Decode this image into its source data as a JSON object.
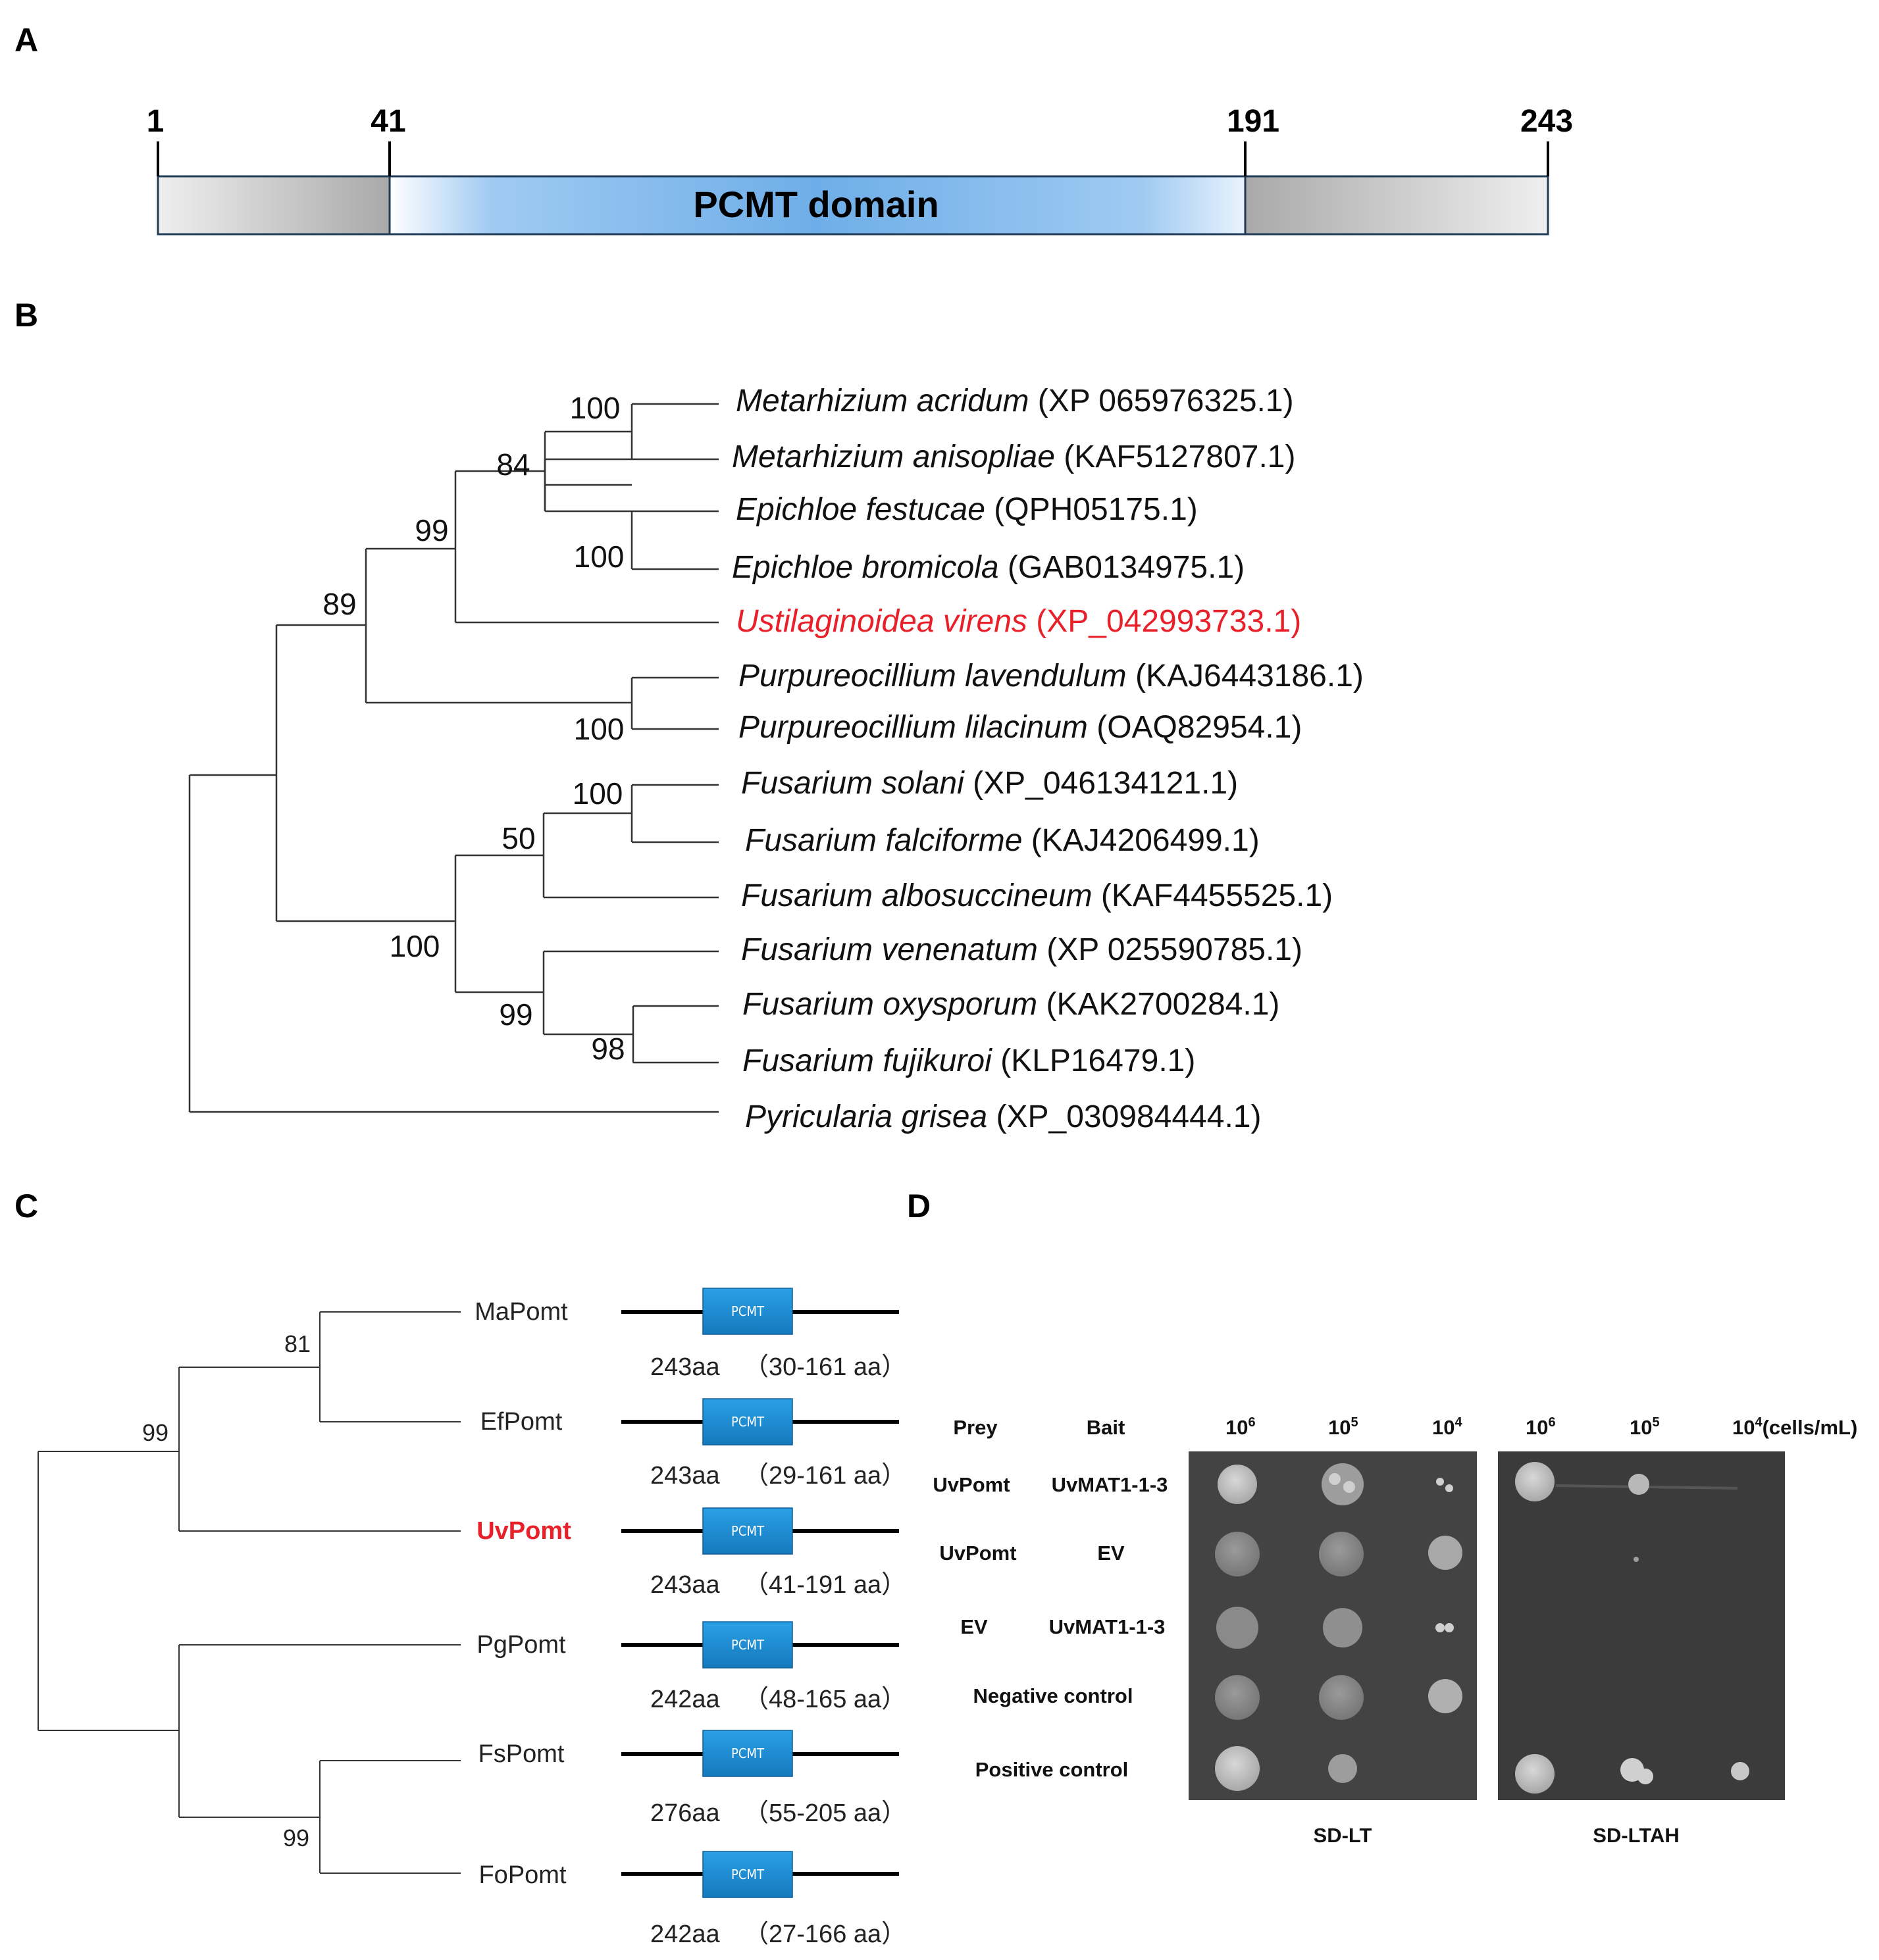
{
  "panel_letters": {
    "a": "A",
    "b": "B",
    "c": "C",
    "d": "D"
  },
  "panel_a": {
    "positions": [
      "1",
      "41",
      "191",
      "243"
    ],
    "domain_label": "PCMT domain",
    "colors": {
      "domain_fill": "#9cc7ef",
      "flank_fill": "#d9d9d9",
      "outline": "#1f3b57"
    }
  },
  "panel_b": {
    "bootstraps": [
      "100",
      "84",
      "99",
      "100",
      "89",
      "100",
      "100",
      "50",
      "100",
      "99",
      "98"
    ],
    "taxa": [
      {
        "genus_species": "Metarhizium acridum",
        "accession": "(XP 065976325.1)"
      },
      {
        "genus_species": "Metarhizium anisopliae",
        "accession": "(KAF5127807.1)"
      },
      {
        "genus_species": "Epichloe festucae",
        "accession": "(QPH05175.1)"
      },
      {
        "genus_species": "Epichloe bromicola",
        "accession": "(GAB0134975.1)"
      },
      {
        "genus_species": "Ustilaginoidea virens",
        "accession": "(XP_042993733.1)",
        "highlight": true
      },
      {
        "genus_species": "Purpureocillium lavendulum",
        "accession": "(KAJ6443186.1)"
      },
      {
        "genus_species": "Purpureocillium lilacinum",
        "accession": "(OAQ82954.1)"
      },
      {
        "genus_species": "Fusarium solani",
        "accession": "(XP_046134121.1)"
      },
      {
        "genus_species": "Fusarium falciforme",
        "accession": "(KAJ4206499.1)"
      },
      {
        "genus_species": "Fusarium albosuccineum",
        "accession": "(KAF4455525.1)"
      },
      {
        "genus_species": "Fusarium venenatum",
        "accession": "(XP 025590785.1)"
      },
      {
        "genus_species": "Fusarium oxysporum",
        "accession": "(KAK2700284.1)"
      },
      {
        "genus_species": "Fusarium fujikuroi",
        "accession": "(KLP16479.1)"
      },
      {
        "genus_species": "Pyricularia grisea",
        "accession": "(XP_030984444.1)"
      }
    ],
    "highlight_color": "#e8202a"
  },
  "panel_c": {
    "bootstraps": [
      "81",
      "99",
      "99"
    ],
    "domain_box_label": "PCMT",
    "proteins": [
      {
        "name": "MaPomt",
        "length": "243aa",
        "range": "（30-161 aa）"
      },
      {
        "name": "EfPomt",
        "length": "243aa",
        "range": "（29-161 aa）"
      },
      {
        "name": "UvPomt",
        "length": "243aa",
        "range": "（41-191 aa）",
        "highlight": true
      },
      {
        "name": "PgPomt",
        "length": "242aa",
        "range": "（48-165 aa）"
      },
      {
        "name": "FsPomt",
        "length": "276aa",
        "range": "（55-205 aa）"
      },
      {
        "name": "FoPomt",
        "length": "242aa",
        "range": "（27-166 aa）"
      }
    ],
    "colors": {
      "domain_box": "#1e90d6",
      "highlight": "#e8202a"
    }
  },
  "panel_d": {
    "header": {
      "prey": "Prey",
      "bait": "Bait"
    },
    "dilutions": [
      {
        "base": "10",
        "exp": "6",
        "suffix": ""
      },
      {
        "base": "10",
        "exp": "5",
        "suffix": ""
      },
      {
        "base": "10",
        "exp": "4",
        "suffix": ""
      },
      {
        "base": "10",
        "exp": "6",
        "suffix": ""
      },
      {
        "base": "10",
        "exp": "5",
        "suffix": ""
      },
      {
        "base": "10",
        "exp": "4",
        "suffix": "(cells/mL)"
      }
    ],
    "rows": [
      {
        "prey": "UvPomt",
        "bait": "UvMAT1-1-3"
      },
      {
        "prey": "UvPomt",
        "bait": "EV"
      },
      {
        "prey": "EV",
        "bait": "UvMAT1-1-3"
      },
      {
        "label": "Negative control"
      },
      {
        "label": "Positive control"
      }
    ],
    "plates": [
      "SD-LT",
      "SD-LTAH"
    ],
    "colors": {
      "plate_bg": "#3e3e3e"
    }
  }
}
